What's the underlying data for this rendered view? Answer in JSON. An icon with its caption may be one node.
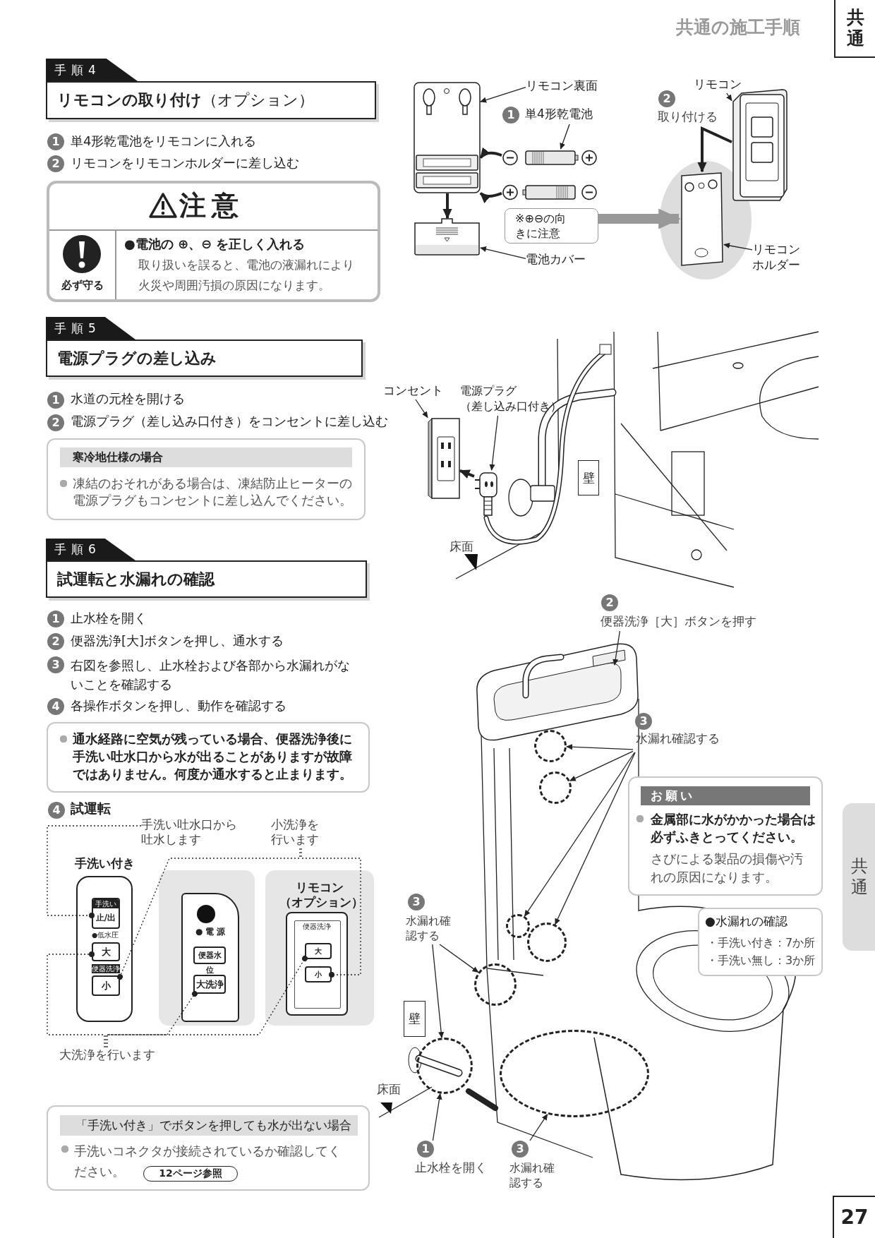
{
  "diagram": {
    "title": "共通の施工手順",
    "nodes": [
      {
        "text": [
          "手順4",
          "**リモコンの取り付け**（オプション）"
        ]
      },
      {
        "text": [
          "注意",
          "必ず守る",
          "●電池の ⊕、⊖ を正しく入れる",
          "取り扱いを誤ると、電池の液漏れにより火災や周囲汚損の原因になります。"
        ]
      },
      {
        "text": [],
        "shape": "picture"
      },
      {
        "text": [
          "リモコン裏面"
        ]
      },
      {
        "text": [
          "1",
          "単4形乾電池"
        ]
      },
      {
        "text": [],
        "shape": "picture"
      },
      {
        "text": [],
        "shape": "picture"
      },
      {
        "text": [
          "※⊕⊖の向きに注意"
        ]
      },
      {
        "text": [],
        "shape": "picture"
      },
      {
        "text": [
          "電池カバー"
        ]
      },
      {
        "text": [
          "リモコン"
        ]
      },
      {
        "text": [],
        "shape": "picture"
      },
      {
        "text": [],
        "shape": "picture"
      },
      {
        "text": [
          "リモコンホルダー"
        ]
      },
      {
        "text": [
          "手順5",
          "電源プラグの差し込み"
        ]
      },
      {
        "text": [
          "寒冷地仕様の場合",
          "凍結のおそれがある場合は、凍結防止ヒーターの電源プラグもコンセントに差し込んでください。"
        ]
      },
      {
        "text": [
          "コンセント"
        ]
      },
      {
        "text": [],
        "shape": "picture"
      },
      {
        "text": [
          "電源プラグ（差し込み口付き）"
        ]
      },
      {
        "text": [],
        "shape": "picture"
      },
      {
        "text": [
          "手順6",
          "試運転と水漏れの確認"
        ]
      },
      {
        "text": [
          "通水経路に空気が残っている場合、便器洗浄後に手洗い吐水口から水が出ることがありますが故障ではありません。何度か通水すると止まります。"
        ]
      },
      {
        "text": [
          "手洗い付き",
          "●低水圧",
          "便器洗浄"
        ]
      },
      {
        "text": [
          "手洗い",
          "止/出"
        ],
        "in": 22
      },
      {
        "text": [
          "大"
        ],
        "in": 22
      },
      {
        "text": [
          "小"
        ],
        "in": 22
      },
      {
        "text": [
          "●電源"
        ]
      },
      {
        "text": [
          "便器水位"
        ],
        "in": 26
      },
      {
        "text": [
          "大洗浄"
        ],
        "in": 26
      },
      {
        "text": [
          "リモコン（オプション）"
        ]
      },
      {
        "text": [
          "便器洗浄"
        ],
        "in": 29
      },
      {
        "text": [
          "大"
        ],
        "in": 30
      },
      {
        "text": [
          "小"
        ],
        "in": 30
      },
      {
        "text": [
          "手洗い吐水口から吐水します"
        ]
      },
      {
        "text": [
          "小洗浄を行います"
        ]
      },
      {
        "text": [
          "大洗浄を行います"
        ]
      },
      {
        "text": [
          "「手洗い付き」でボタンを押しても水が出ない場合",
          "手洗いコネクタが接続されているか確認してください。"
        ]
      },
      {
        "text": [
          "12ページ参照"
        ],
        "in": 36
      },
      {
        "text": [
          "2",
          "便器洗浄［大］ボタンを押す"
        ]
      },
      {
        "text": [
          "3",
          "水漏れ確認する"
        ]
      },
      {
        "text": [
          "お願い",
          "金属部に水がかかった場合は必ずふきとってください。",
          "さびによる製品の損傷や汚れの原因になります。"
        ]
      },
      {
        "text": [
          "●水漏れの確認",
          "・手洗い付き：7か所",
          "・手洗い無し：3か所"
        ]
      },
      {
        "text": [
          "3",
          "水漏れ確認する"
        ]
      },
      {
        "text": [
          "1",
          "止水栓を開く"
        ]
      },
      {
        "text": [
          "3",
          "水漏れ確認する"
        ]
      },
      {
        "text": [],
        "shape": "circle"
      },
      {
        "text": [],
        "shape": "circle"
      },
      {
        "text": [],
        "shape": "circle"
      },
      {
        "text": [],
        "shape": "circle"
      },
      {
        "text": [],
        "shape": "circle"
      },
      {
        "text": [],
        "shape": "circle"
      },
      {
        "text": [],
        "shape": "circle"
      },
      {
        "text": [
          "共通"
        ]
      },
      {
        "text": [
          "1"
        ],
        "beside": [
          "単4形乾電池をリモコンに入れる"
        ]
      },
      {
        "text": [
          "2"
        ],
        "beside": [
          "リモコンをリモコンホルダーに差し込む"
        ]
      },
      {
        "text": [
          "2"
        ],
        "beside": [
          "取り付ける"
        ]
      },
      {
        "text": [
          "1"
        ],
        "beside": [
          "水道の元栓を開ける"
        ]
      },
      {
        "text": [
          "2"
        ],
        "beside": [
          "電源プラグ（差し込み口付き）をコンセントに差し込む"
        ]
      },
      {
        "text": [
          "壁"
        ]
      },
      {
        "text": [
          "1"
        ],
        "beside": [
          "止水栓を開く"
        ]
      },
      {
        "text": [
          "2"
        ],
        "beside": [
          "便器洗浄[大]ボタンを押し、通水する"
        ]
      },
      {
        "text": [
          "3"
        ],
        "beside": [
          "右図を参照し、止水栓および各部から水漏れがないことを確認する"
        ]
      },
      {
        "text": [
          "4"
        ],
        "beside": [
          "各操作ボタンを押し、動作を確認する"
        ]
      },
      {
        "text": [
          "4"
        ],
        "beside": [
          "試運転"
        ]
      },
      {
        "text": [
          "壁"
        ]
      },
      {
        "text": [
          "共通"
        ]
      },
      {
        "text": [
          "27"
        ]
      }
    ],
    "edges": [
      {
        "from": 3,
        "to": 2,
        "arrow": "to"
      },
      {
        "from": 4,
        "to": 5,
        "arrow": "to"
      },
      {
        "from": 5,
        "to": 2,
        "arrow": "to",
        "style": "thick"
      },
      {
        "from": 6,
        "to": 2,
        "arrow": "to",
        "style": "thick"
      },
      {
        "from": 2,
        "to": 8,
        "arrow": "to",
        "style": "thick"
      },
      {
        "from": 9,
        "to": 8,
        "arrow": "to"
      },
      {
        "from": 10,
        "to": 11,
        "arrow": "to"
      },
      {
        "from": 11,
        "to": 12,
        "arrow": "to",
        "style": "thick"
      },
      {
        "from": 13,
        "to": 12,
        "arrow": "to"
      },
      {
        "from": 16,
        "to": 17,
        "arrow": "to"
      },
      {
        "from": 18,
        "to": 19,
        "arrow": "to"
      },
      {
        "from": 19,
        "to": 17,
        "arrow": "to",
        "style": "thick"
      },
      {
        "from": 33,
        "to": 23,
        "arrow": "other",
        "style": "dashed"
      },
      {
        "from": 35,
        "to": 24,
        "arrow": "other",
        "style": "dashed"
      },
      {
        "from": 35,
        "to": 28,
        "arrow": "other",
        "style": "dashed"
      },
      {
        "from": 35,
        "to": 31,
        "arrow": "other",
        "style": "dashed"
      },
      {
        "from": 34,
        "to": 25,
        "arrow": "other",
        "style": "dashed"
      },
      {
        "from": 34,
        "to": 32,
        "arrow": "other",
        "style": "dashed"
      },
      {
        "from": 38,
        "to": null,
        "arrow": "to"
      },
      {
        "from": 39,
        "to": 45,
        "arrow": "to"
      },
      {
        "from": 39,
        "to": 46,
        "arrow": "to"
      },
      {
        "from": 39,
        "to": 47,
        "arrow": "to"
      },
      {
        "from": 39,
        "to": 48,
        "arrow": "to"
      },
      {
        "from": 42,
        "to": 49,
        "arrow": "to"
      },
      {
        "from": 42,
        "to": 50,
        "arrow": "to"
      },
      {
        "from": 43,
        "to": 50,
        "arrow": "to"
      },
      {
        "from": 44,
        "to": 51,
        "arrow": "to"
      },
      {
        "from": 7,
        "to": 12,
        "arrow": "to",
        "style": "thick",
        "color": "#999999"
      }
    ],
    "labels": [
      "床面",
      "床面"
    ]
  }
}
